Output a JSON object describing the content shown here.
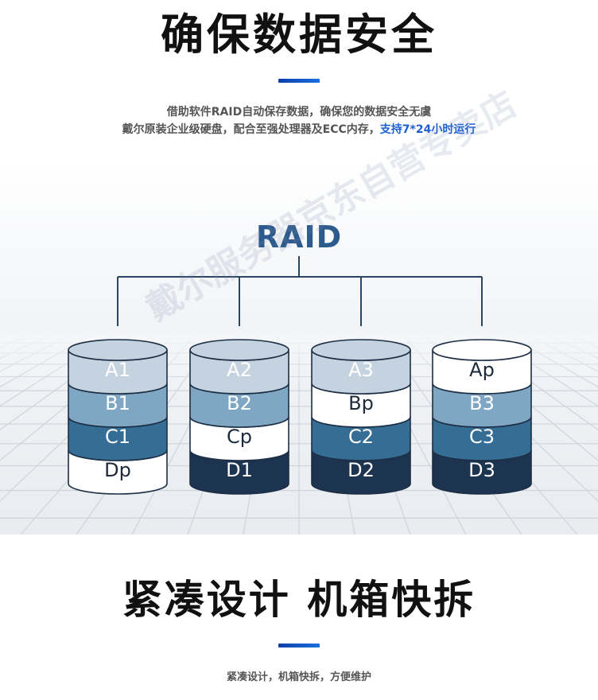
{
  "section1": {
    "title": "确保数据安全",
    "line1": "借助软件RAID自动保存数据，确保您的数据安全无虞",
    "line2_plain": "戴尔原装企业级硬盘，配合至强处理器及ECC内存，",
    "line2_highlight": "支持7*24小时运行",
    "highlight_color": "#1f5fd6"
  },
  "raid": {
    "title": "RAID",
    "disks": [
      {
        "name": "disk-1",
        "layers": [
          "A1",
          "B1",
          "C1",
          "Dp"
        ]
      },
      {
        "name": "disk-2",
        "layers": [
          "A2",
          "B2",
          "Cp",
          "D1"
        ]
      },
      {
        "name": "disk-3",
        "layers": [
          "A3",
          "Bp",
          "C2",
          "D2"
        ]
      },
      {
        "name": "disk-4",
        "layers": [
          "Ap",
          "B3",
          "C3",
          "D3"
        ]
      }
    ],
    "colors": {
      "A": "#c5d3e0",
      "B": "#7fa6c3",
      "C": "#356d95",
      "D": "#1c3450",
      "parity": "#ffffff"
    }
  },
  "watermark": "戴尔服务器京东自营专卖店",
  "section2": {
    "title": "紧凑设计  机箱快拆",
    "caption": "紧凑设计，机箱快拆，方便维护"
  }
}
